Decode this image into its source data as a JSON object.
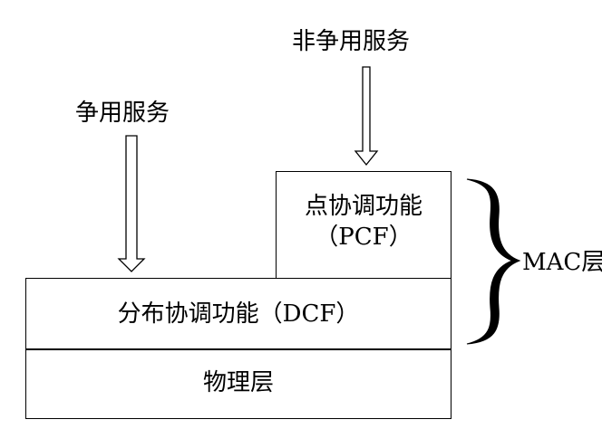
{
  "labels": {
    "non_contention_service": "非争用服务",
    "contention_service": "争用服务",
    "mac_layer": "MAC层"
  },
  "boxes": {
    "pcf": {
      "line1": "点协调功能",
      "line2": "（PCF）"
    },
    "dcf": {
      "text": "分布协调功能（DCF）"
    },
    "physical": {
      "text": "物理层"
    }
  },
  "colors": {
    "stroke": "#000000",
    "background": "#ffffff"
  }
}
